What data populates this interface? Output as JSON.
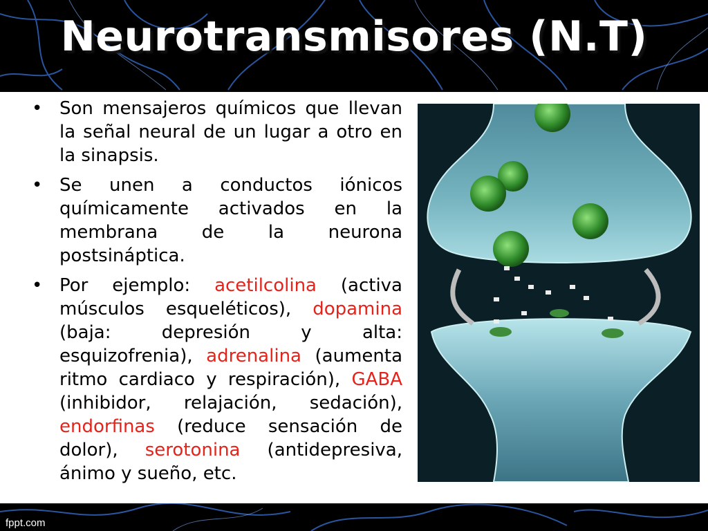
{
  "slide": {
    "title": "Neurotransmisores (N.T)",
    "bullets": [
      {
        "text": "Son mensajeros químicos que llevan la señal neural de un lugar a otro en la sinapsis."
      },
      {
        "text": "Se unen a conductos iónicos químicamente activados en la membrana de la neurona postsináptica."
      },
      {
        "p1": "Por ejemplo: ",
        "k1": "acetilcolina",
        "p2": " (activa músculos esqueléticos), ",
        "k2": "dopamina",
        "p3": " (baja: depresión y alta: esquizofrenia), ",
        "k3": "adrenalina",
        "p4": " (aumenta ritmo cardiaco y respiración), ",
        "k4": "GABA",
        "p5": " (inhibidor, relajación, sedación), ",
        "k5": "endorfinas",
        "p6": " (reduce sensación de dolor), ",
        "k6": "serotonina",
        "p7": " (antidepresiva, ánimo y sueño, etc."
      }
    ],
    "bullet_symbol": "•",
    "footer": "fppt.com"
  },
  "colors": {
    "keyword": "#e5231b",
    "background": "#000000",
    "panel": "#ffffff"
  }
}
